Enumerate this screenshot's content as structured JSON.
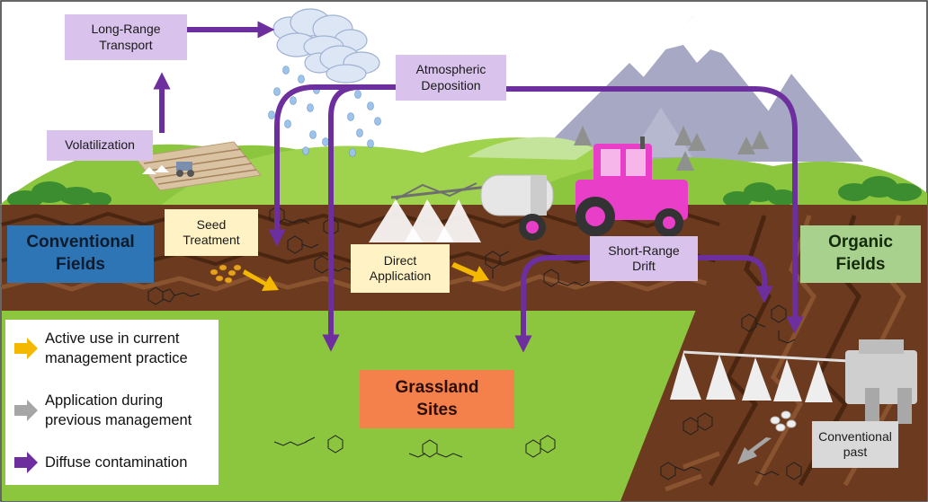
{
  "labels": {
    "long_range_transport": "Long-Range\nTransport",
    "atmospheric_deposition": "Atmospheric\nDeposition",
    "volatilization": "Volatilization",
    "seed_treatment": "Seed\nTreatment",
    "direct_application": "Direct\nApplication",
    "short_range_drift": "Short-Range\nDrift",
    "conventional_past": "Conventional\npast"
  },
  "sites": {
    "conventional_fields": "Conventional\nFields",
    "organic_fields": "Organic\nFields",
    "grassland_sites": "Grassland\nSites"
  },
  "legend": {
    "items": [
      {
        "text": "Active use in current\nmanagement practice",
        "color": "#f5b800"
      },
      {
        "text": "Application during\nprevious management",
        "color": "#a6a6a6"
      },
      {
        "text": "Diffuse contamination",
        "color": "#6e2f9e"
      }
    ]
  },
  "colors": {
    "purple_arrow": "#6e2f9e",
    "yellow_arrow": "#f5b800",
    "grey_arrow": "#a6a6a6",
    "conventional_fields_box": "#2e75b6",
    "organic_fields_box": "#a9d18e",
    "grassland_sites_box": "#f4804c",
    "label_box": "#d9c2ec",
    "treatment_box": "#fff2c4",
    "tractor": "#e83ec8",
    "soil": "#6b3a1f",
    "grass": "#8cc63f",
    "sky": "#ffffff",
    "mountain": "#a7a9c4"
  }
}
